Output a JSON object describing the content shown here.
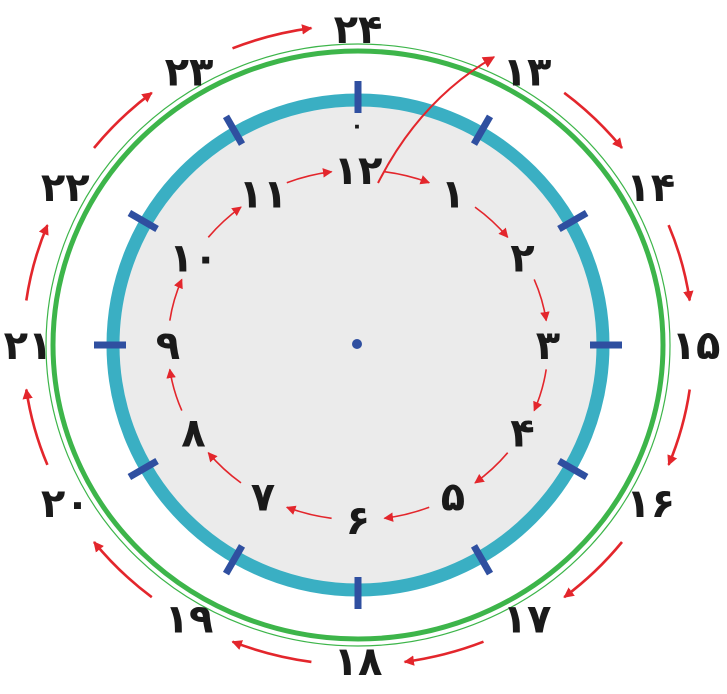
{
  "inner_numbers": [
    "١",
    "٢",
    "٣",
    "۴",
    "۵",
    "۶",
    "٧",
    "٨",
    "٩",
    "١٠",
    "١١",
    "١٢"
  ],
  "outer_numbers": [
    "١٣",
    "١۴",
    "١۵",
    "١۶",
    "١٧",
    "١٨",
    "١٩",
    "٢٠",
    "٢١",
    "٢٢",
    "٢٣",
    "٢۴"
  ],
  "center_zero": "٠",
  "colors": {
    "face": "#ebebeb",
    "inner_ring": "#3aafc3",
    "outer_ring": "#3db54a",
    "tick": "#2f4fa0",
    "arrow": "#e3262c",
    "text": "#1a1a1a"
  }
}
